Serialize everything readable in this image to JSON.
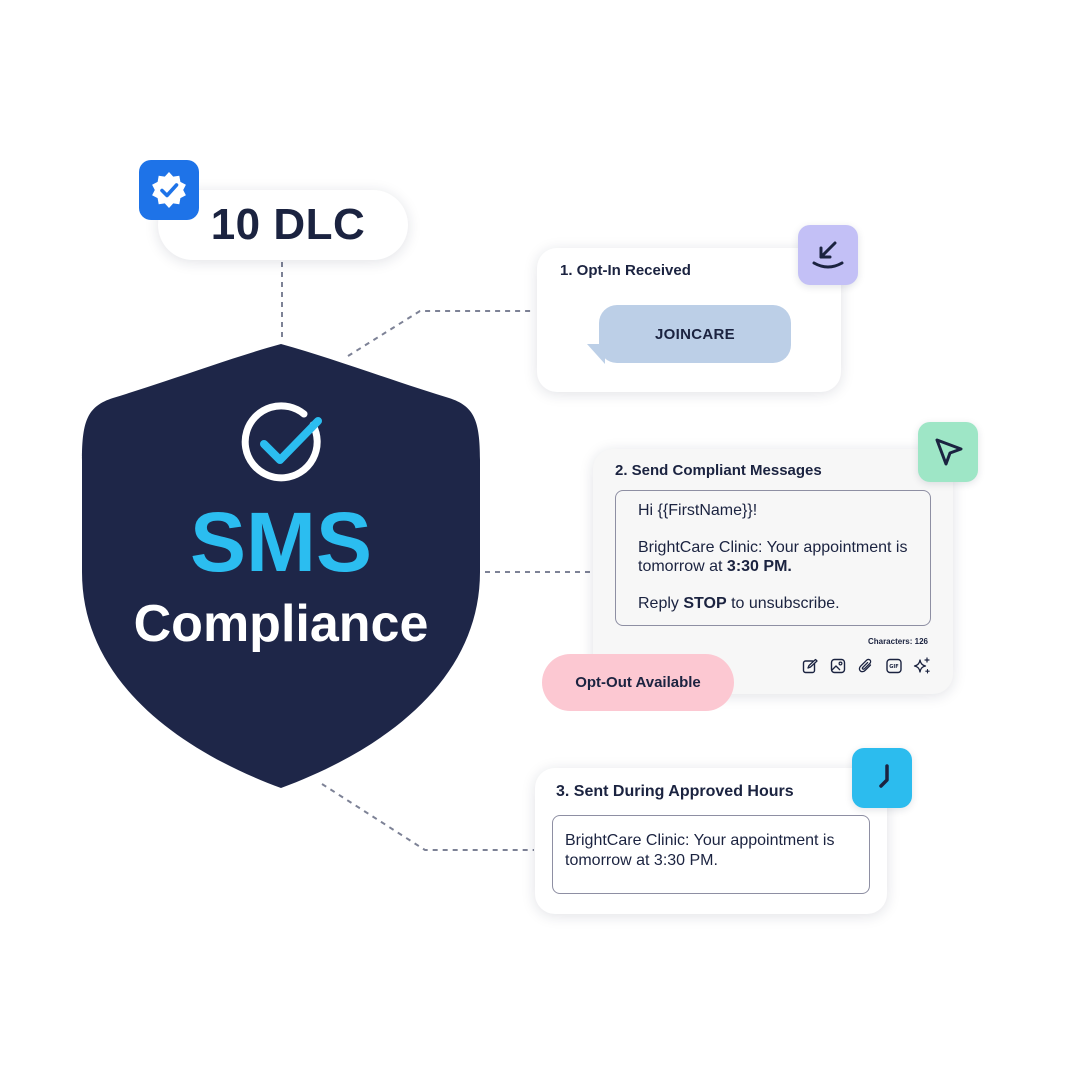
{
  "badge": {
    "label": "10 DLC",
    "icon": "verified-badge-icon",
    "color": "#1e73e8"
  },
  "shield": {
    "title": "SMS",
    "subtitle": "Compliance",
    "icon": "check-circle-icon",
    "fill_color": "#1e2648",
    "title_color": "#2bbdf0"
  },
  "steps": [
    {
      "title": "1. Opt-In Received",
      "icon": "download-arrow-icon",
      "icon_color": "#c3c0f6",
      "keyword": "JOINCARE"
    },
    {
      "title": "2. Send Compliant Messages",
      "icon": "send-cursor-icon",
      "icon_color": "#9ee6c6",
      "message": {
        "greeting": "Hi {{FirstName}}!",
        "body_prefix": "BrightCare Clinic: Your appointment is tomorrow at",
        "body_time": "3:30 PM.",
        "reply_prefix": "Reply",
        "reply_keyword": "STOP",
        "reply_suffix": "to unsubscribe."
      },
      "characters": "Characters: 126",
      "toolbar_icons": [
        "edit-icon",
        "image-icon",
        "attachment-icon",
        "gif-icon",
        "sparkle-icon"
      ],
      "tag": "Opt-Out Available",
      "tag_color": "#fcc8d2"
    },
    {
      "title": "3. Sent During Approved Hours",
      "icon": "clock-icon",
      "icon_color": "#2cbcee",
      "message": "BrightCare Clinic: Your appointment is tomorrow at 3:30 PM."
    }
  ]
}
